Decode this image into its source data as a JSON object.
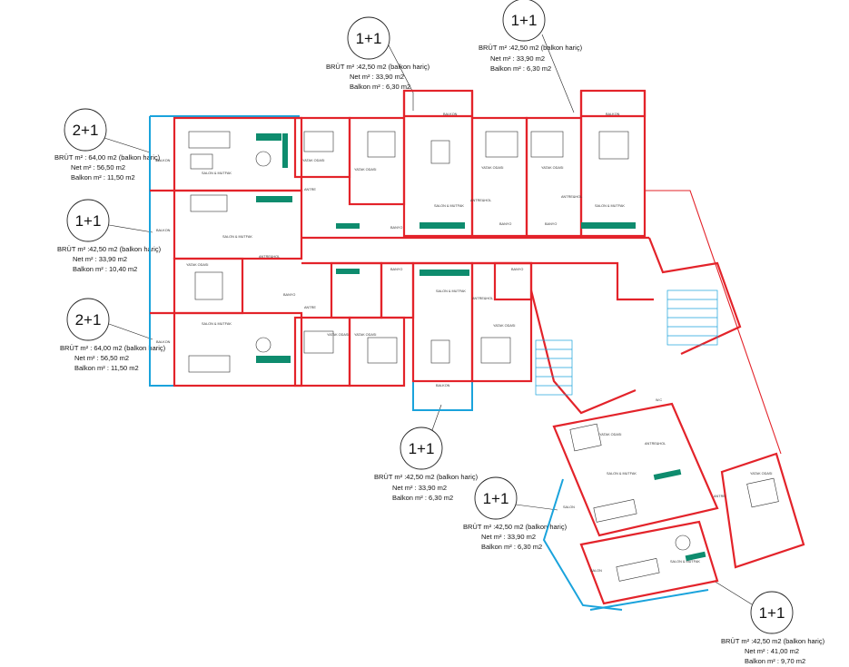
{
  "units": [
    {
      "id": "u1",
      "type": "1+1",
      "lines": [
        "BRÜT m² :42,50 m2 (balkon hariç)",
        "Net m² : 33,90 m2",
        "Balkon m² : 6,30 m2"
      ]
    },
    {
      "id": "u2",
      "type": "1+1",
      "lines": [
        "BRÜT m² :42,50 m2 (balkon hariç)",
        "Net m² : 33,90 m2",
        "Balkon m² : 6,30 m2"
      ]
    },
    {
      "id": "u3",
      "type": "2+1",
      "lines": [
        "BRÜT m² : 64,00 m2 (balkon hariç)",
        "Net m² : 56,50 m2",
        "Balkon m² : 11,50 m2"
      ]
    },
    {
      "id": "u4",
      "type": "1+1",
      "lines": [
        "BRÜT m² :42,50 m2 (balkon hariç)",
        "Net m² : 33,90 m2",
        "Balkon m² : 10,40 m2"
      ]
    },
    {
      "id": "u5",
      "type": "2+1",
      "lines": [
        "BRÜT m² : 64,00 m2 (balkon hariç)",
        "Net m² : 56,50 m2",
        "Balkon m² : 11,50 m2"
      ]
    },
    {
      "id": "u6",
      "type": "1+1",
      "lines": [
        "BRÜT m² :42,50 m2 (balkon hariç)",
        "Net m² : 33,90 m2",
        "Balkon m² : 6,30 m2"
      ]
    },
    {
      "id": "u7",
      "type": "1+1",
      "lines": [
        "BRÜT m² :42,50 m2 (balkon hariç)",
        "Net m² : 33,90 m2",
        "Balkon m² : 6,30 m2"
      ]
    },
    {
      "id": "u8",
      "type": "1+1",
      "lines": [
        "BRÜT m² :42,50 m2 (balkon hariç)",
        "Net m² : 41,00 m2",
        "Balkon m² : 9,70 m2"
      ]
    }
  ],
  "rooms": {
    "balkon": "BALKON",
    "salon_mutfak": "SALON & MUTFAK",
    "yatak_odasi": "YATAK ODASI",
    "banyo": "BANYO",
    "antre": "ANTRE",
    "antre_hol": "ANTRE&HOL",
    "wc": "W.C",
    "salon": "SALON"
  }
}
